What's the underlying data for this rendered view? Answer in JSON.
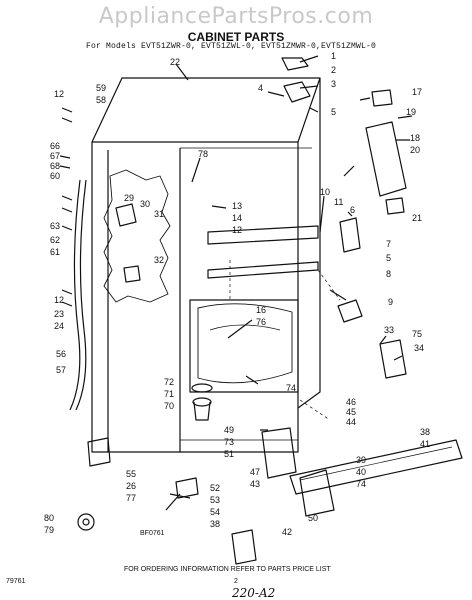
{
  "watermark": "AppliancePartsPros.com",
  "title": "CABINET PARTS",
  "models": "For Models EVT51ZWR-0, EVT51ZWL-0, EVT51ZMWR-0,EVT51ZMWL-0",
  "callouts": [
    "22",
    "1",
    "2",
    "3",
    "4",
    "5",
    "12",
    "59",
    "58",
    "17",
    "19",
    "18",
    "20",
    "66",
    "67",
    "68",
    "60",
    "78",
    "29",
    "30",
    "31",
    "13",
    "14",
    "12",
    "10",
    "11",
    "6",
    "7",
    "5",
    "8",
    "21",
    "63",
    "62",
    "61",
    "32",
    "16",
    "76",
    "9",
    "12",
    "23",
    "24",
    "33",
    "75",
    "34",
    "56",
    "57",
    "72",
    "71",
    "70",
    "74",
    "46",
    "45",
    "44",
    "49",
    "73",
    "51",
    "38",
    "41",
    "55",
    "26",
    "77",
    "47",
    "43",
    "39",
    "40",
    "74",
    "52",
    "53",
    "54",
    "38",
    "50",
    "42",
    "80",
    "79"
  ],
  "ref_code": "BF0761",
  "footer_note": "FOR ORDERING INFORMATION REFER TO PARTS PRICE LIST",
  "page_number": "2",
  "doc_code": "79761",
  "handwritten": "220-A2"
}
